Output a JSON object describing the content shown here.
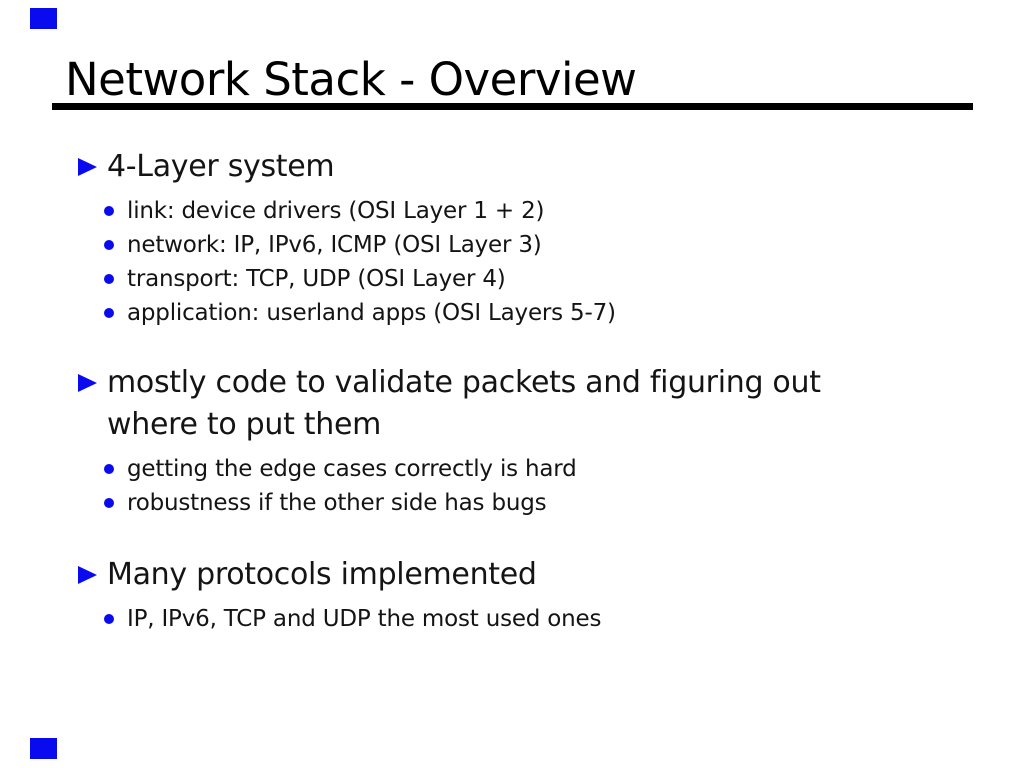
{
  "slide": {
    "title": "Network Stack - Overview",
    "sections": [
      {
        "heading_lines": [
          "4-Layer system"
        ],
        "items": [
          "link: device drivers (OSI Layer 1 + 2)",
          "network: IP, IPv6, ICMP (OSI Layer 3)",
          "transport: TCP, UDP (OSI Layer 4)",
          "application: userland apps (OSI Layers 5-7)"
        ]
      },
      {
        "heading_lines": [
          "mostly code to validate packets and figuring out",
          "where to put them"
        ],
        "items": [
          "getting the edge cases correctly is hard",
          "robustness if the other side has bugs"
        ]
      },
      {
        "heading_lines": [
          "Many protocols implemented"
        ],
        "items": [
          "IP, IPv6, TCP and UDP the most used ones"
        ]
      }
    ],
    "colors": {
      "accent_blue": "#0a0aef",
      "title_text": "#000000",
      "body_text": "#141414",
      "underline": "#000000"
    }
  }
}
